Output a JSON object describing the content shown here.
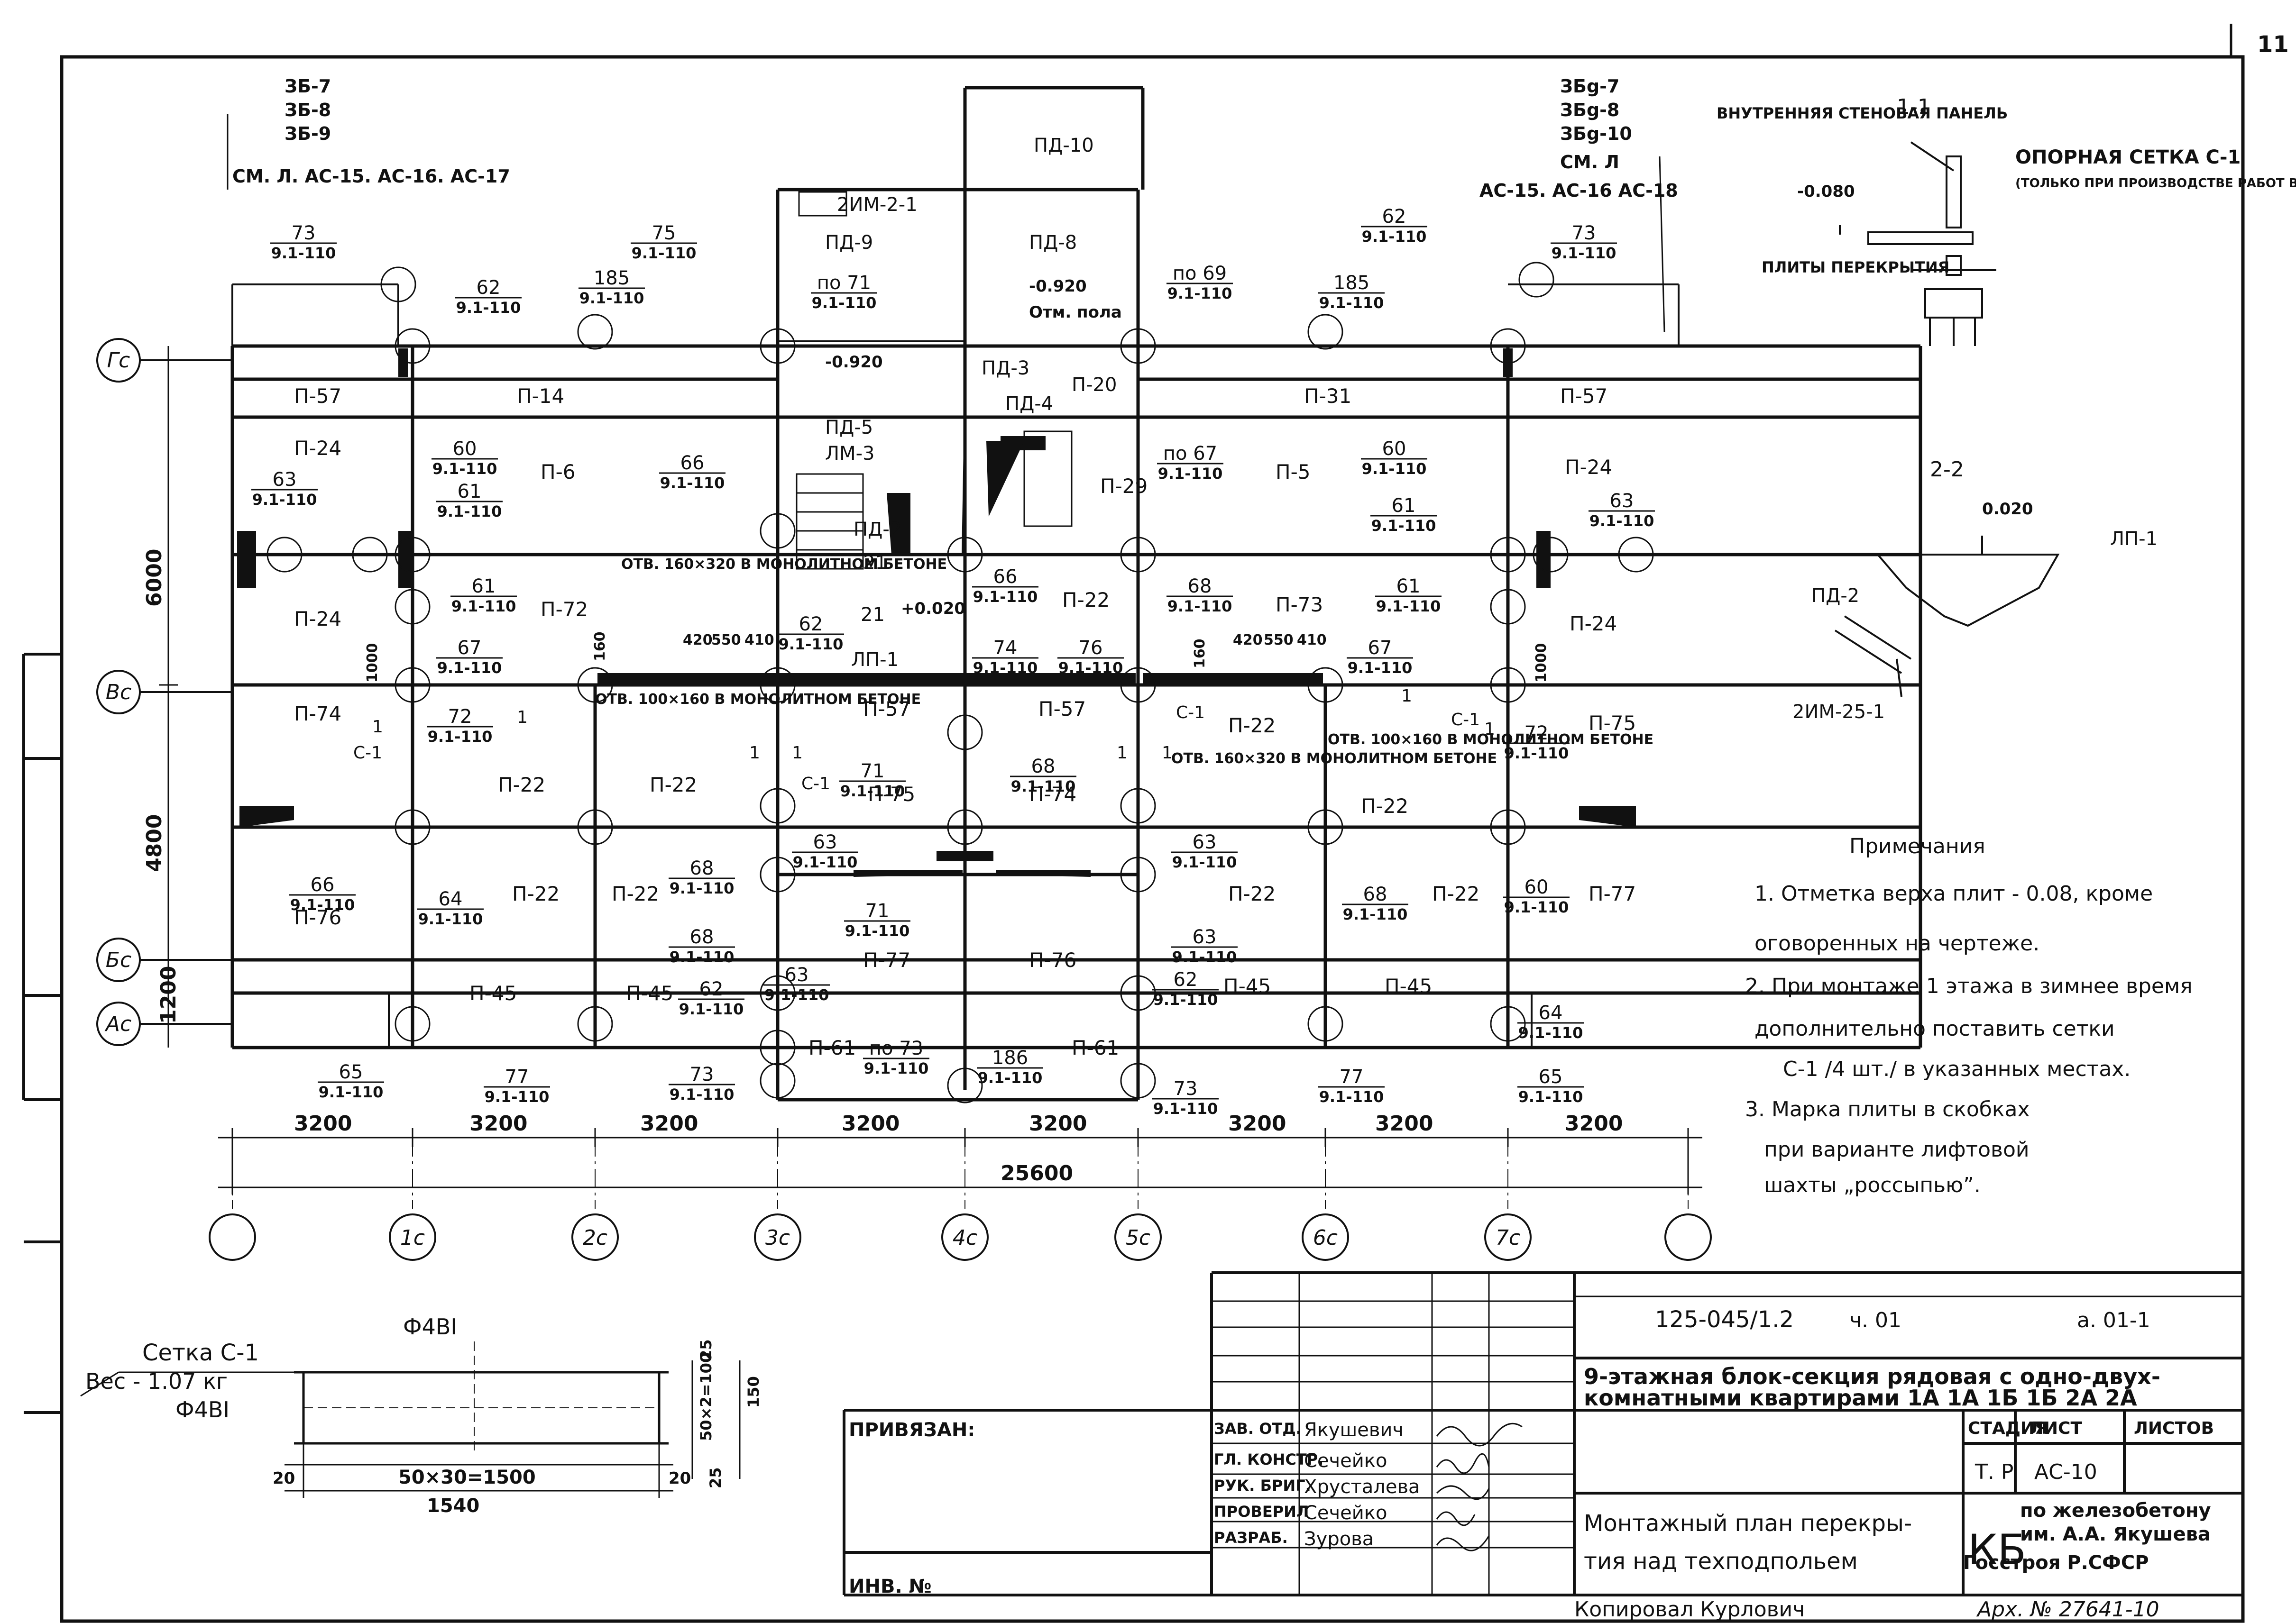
{
  "page_number": "11",
  "wall_notes": {
    "left": [
      "ЗБ-7",
      "ЗБ-8",
      "ЗБ-9",
      "СМ. Л. АС-15. АС-16. АС-17"
    ],
    "right": [
      "ЗБg-7",
      "ЗБg-8",
      "ЗБg-10",
      "СМ. Л",
      "АС-15. АС-16 АС-18"
    ]
  },
  "grid_rows": [
    "Гс",
    "Вс",
    "Бс",
    "Ас"
  ],
  "grid_cols": [
    "",
    "1с",
    "2с",
    "3с",
    "4с",
    "5с",
    "6с",
    "7с",
    ""
  ],
  "dims": {
    "bays": [
      "3200",
      "3200",
      "3200",
      "3200",
      "3200",
      "3200",
      "3200",
      "3200"
    ],
    "total": "25600",
    "rows": [
      "6000",
      "4800",
      "1200"
    ],
    "misc": [
      "1000",
      "1000",
      "160",
      "160"
    ],
    "openings_top": [
      "420",
      "550",
      "410"
    ],
    "openings_top_right": [
      "420",
      "550",
      "410"
    ]
  },
  "slab_marks": {
    "row1": [
      "П-57",
      "П-14",
      "П-31",
      "П-57"
    ],
    "row2": [
      "П-24",
      "П-6",
      "П-29",
      "П-5",
      "П-24"
    ],
    "row3": [
      "П-24",
      "П-72",
      "П-22",
      "П-73",
      "П-24"
    ],
    "row4": [
      "П-74",
      "П-22",
      "П-22",
      "П-57",
      "П-57",
      "П-22",
      "П-75"
    ],
    "row4b": [
      "П-75",
      "П-74",
      "П-22"
    ],
    "row5": [
      "П-76",
      "П-22",
      "П-22",
      "П-77",
      "П-76",
      "П-22",
      "П-22",
      "П-77"
    ],
    "row6": [
      "П-45",
      "П-45",
      "П-45",
      "П-45"
    ],
    "row7": [
      "П-61",
      "П-61"
    ]
  },
  "landing_marks": [
    "ПД-10",
    "ПД-9",
    "ПД-8",
    "ПД-5",
    "ЛМ-3",
    "ПД-3",
    "ПД-4",
    "П-20",
    "ПД-2",
    "ЛП-1",
    "21",
    "21",
    "2ИМ-2-1"
  ],
  "levels": [
    "-0.920",
    "-0.920",
    "Отм. пола",
    "+0.020"
  ],
  "openings": [
    "ОТВ. 160×320 В МОНОЛИТНОМ БЕТОНЕ",
    "ОТВ. 100×160 В МОНОЛИТНОМ БЕТОНЕ",
    "ОТВ. 160×320 В МОНОЛИТНОМ БЕТОНЕ",
    "ОТВ. 100×160 В МОНОЛИТНОМ БЕТОНЕ"
  ],
  "mesh_tags": [
    "С-1",
    "С-1",
    "С-1",
    "С-1"
  ],
  "section_tags": [
    "1",
    "1",
    "1",
    "1",
    "1",
    "1",
    "1",
    "1"
  ],
  "nodes": [
    {
      "n": "73",
      "s": "9.1-110"
    },
    {
      "n": "62",
      "s": "9.1-110"
    },
    {
      "n": "185",
      "s": "9.1-110"
    },
    {
      "n": "75",
      "s": "9.1-110"
    },
    {
      "n": "по 71",
      "s": "9.1-110"
    },
    {
      "n": "по 69",
      "s": "9.1-110"
    },
    {
      "n": "185",
      "s": "9.1-110"
    },
    {
      "n": "62",
      "s": "9.1-110"
    },
    {
      "n": "73",
      "s": "9.1-110"
    },
    {
      "n": "63",
      "s": "9.1-110"
    },
    {
      "n": "60",
      "s": "9.1-110"
    },
    {
      "n": "61",
      "s": "9.1-110"
    },
    {
      "n": "66",
      "s": "9.1-110"
    },
    {
      "n": "по 67",
      "s": "9.1-110"
    },
    {
      "n": "60",
      "s": "9.1-110"
    },
    {
      "n": "61",
      "s": "9.1-110"
    },
    {
      "n": "63",
      "s": "9.1-110"
    },
    {
      "n": "61",
      "s": "9.1-110"
    },
    {
      "n": "62",
      "s": "9.1-110"
    },
    {
      "n": "66",
      "s": "9.1-110"
    },
    {
      "n": "68",
      "s": "9.1-110"
    },
    {
      "n": "61",
      "s": "9.1-110"
    },
    {
      "n": "67",
      "s": "9.1-110"
    },
    {
      "n": "74",
      "s": "9.1-110"
    },
    {
      "n": "76",
      "s": "9.1-110"
    },
    {
      "n": "67",
      "s": "9.1-110"
    },
    {
      "n": "72",
      "s": "9.1-110"
    },
    {
      "n": "71",
      "s": "9.1-110"
    },
    {
      "n": "68",
      "s": "9.1-110"
    },
    {
      "n": "72",
      "s": "9.1-110"
    },
    {
      "n": "63",
      "s": "9.1-110"
    },
    {
      "n": "63",
      "s": "9.1-110"
    },
    {
      "n": "66",
      "s": "9.1-110"
    },
    {
      "n": "64",
      "s": "9.1-110"
    },
    {
      "n": "68",
      "s": "9.1-110"
    },
    {
      "n": "68",
      "s": "9.1-110"
    },
    {
      "n": "71",
      "s": "9.1-110"
    },
    {
      "n": "63",
      "s": "9.1-110"
    },
    {
      "n": "68",
      "s": "9.1-110"
    },
    {
      "n": "60",
      "s": "9.1-110"
    },
    {
      "n": "62",
      "s": "9.1-110"
    },
    {
      "n": "63",
      "s": "9.1-110"
    },
    {
      "n": "62",
      "s": "9.1-110"
    },
    {
      "n": "64",
      "s": "9.1-110"
    },
    {
      "n": "65",
      "s": "9.1-110"
    },
    {
      "n": "77",
      "s": "9.1-110"
    },
    {
      "n": "73",
      "s": "9.1-110"
    },
    {
      "n": "по 73",
      "s": "9.1-110"
    },
    {
      "n": "186",
      "s": "9.1-110"
    },
    {
      "n": "73",
      "s": "9.1-110"
    },
    {
      "n": "77",
      "s": "9.1-110"
    },
    {
      "n": "65",
      "s": "9.1-110"
    }
  ],
  "section_1_1": {
    "title": "1-1",
    "panel": "ВНУТРЕННЯЯ СТЕНОВАЯ ПАНЕЛЬ",
    "mesh": "ОПОРНАЯ СЕТКА С-1",
    "mesh_note": "(ТОЛЬКО ПРИ ПРОИЗВОДСТВЕ РАБОТ В ЗИМНЕЕ ВРЕМЯ)",
    "level": "-0.080",
    "slabs": "ПЛИТЫ ПЕРЕКРЫТИЯ"
  },
  "section_2_2": {
    "title": "2-2",
    "level": "0.020",
    "lp": "ЛП-1",
    "pd": "ПД-2",
    "im": "2ИМ-25-1"
  },
  "notes": {
    "title": "Примечания",
    "items": [
      "1. Отметка верха плит - 0.08, кроме",
      "оговоренных на чертеже.",
      "2. При монтаже 1 этажа в зимнее время",
      "дополнительно поставить сетки",
      "С-1 /4 шт./ в указанных местах.",
      "3. Марка плиты в скобках",
      "при варианте лифтовой",
      "шахты „россыпью”."
    ]
  },
  "mesh_detail": {
    "title": "Сетка С-1",
    "weight": "Вес - 1.07 кг",
    "bar1": "Ф4ВI",
    "bar2": "Ф4ВI",
    "dim_inner": "50×30=1500",
    "dim_total": "1540",
    "dim_end_l": "20",
    "dim_end_r": "20",
    "dim_h1": "50×2=100",
    "dim_h2": "25",
    "dim_h3": "25",
    "dim_h_total": "150"
  },
  "title_block": {
    "project": "125-045/1.2",
    "part": "ч. 01",
    "sheet_ref": "а. 01-1",
    "title_1": "9-этажная блок-секция рядовая с одно-двух-",
    "title_2": "комнатными квартирами 1А 1А 1Б 1Б 2А 2А",
    "binding": "ПРИВЯЗАН:",
    "inv": "ИНВ. №",
    "roles": [
      "ЗАВ. ОТД.",
      "ГЛ. КОНСТР.",
      "РУК. БРИГ.",
      "ПРОВЕРИЛ",
      "РАЗРАБ."
    ],
    "names": [
      "Якушевич",
      "Сечейко",
      "Хрусталева",
      "Сечейко",
      "Зурова"
    ],
    "stage_h": "СТАДИЯ",
    "sheet_h": "ЛИСТ",
    "sheets_h": "ЛИСТОВ",
    "stage": "Т. Р",
    "sheet": "АС-10",
    "sheets": "",
    "drawing_1": "Монтажный план перекры-",
    "drawing_2": "тия над техподпольем",
    "org_logo": "КБ",
    "org_1": "по железобетону",
    "org_2": "им. А.А. Якушева",
    "org_3": "Госстроя Р.СФСР",
    "copied": "Копировал Курлович",
    "archive": "Арх. № 27641-10"
  }
}
